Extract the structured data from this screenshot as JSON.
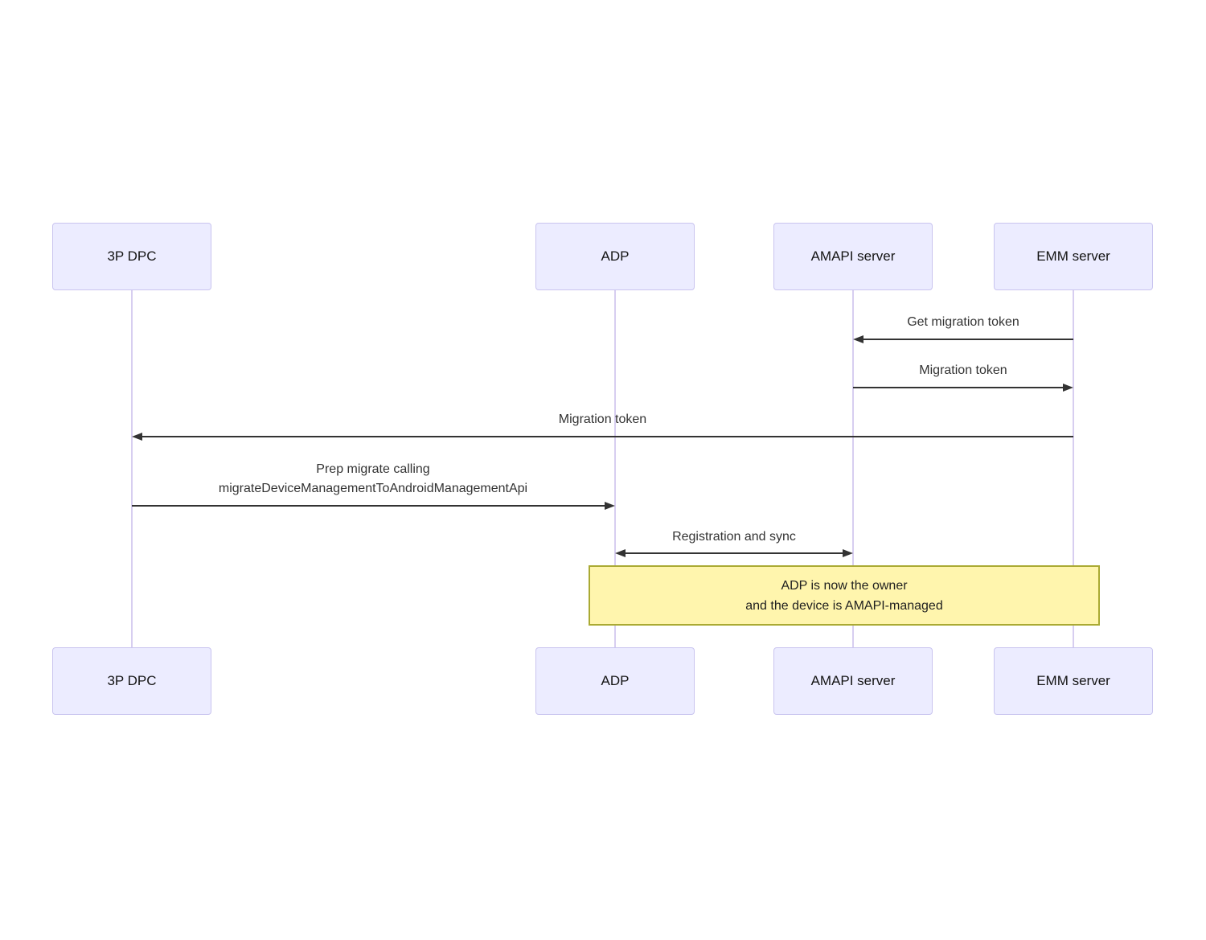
{
  "diagram": {
    "type": "sequence-diagram",
    "actors": [
      {
        "id": "3p-dpc",
        "label": "3P DPC"
      },
      {
        "id": "adp",
        "label": "ADP"
      },
      {
        "id": "amapi-server",
        "label": "AMAPI server"
      },
      {
        "id": "emm-server",
        "label": "EMM server"
      }
    ],
    "messages": [
      {
        "from": "EMM server",
        "to": "AMAPI server",
        "direction": "left",
        "label": "Get migration token"
      },
      {
        "from": "AMAPI server",
        "to": "EMM server",
        "direction": "right",
        "label": "Migration token"
      },
      {
        "from": "EMM server",
        "to": "3P DPC",
        "direction": "left",
        "label": "Migration token"
      },
      {
        "from": "3P DPC",
        "to": "ADP",
        "direction": "right",
        "lines": [
          "Prep migrate calling",
          "migrateDeviceManagementToAndroidManagementApi"
        ]
      },
      {
        "from": "ADP",
        "to": "AMAPI server",
        "direction": "both",
        "label": "Registration and sync"
      }
    ],
    "note": {
      "span": [
        "ADP",
        "EMM server"
      ],
      "lines": [
        "ADP is now the owner",
        "and the device is AMAPI-managed"
      ]
    },
    "colors": {
      "background": "#FFFFFF",
      "actor_fill": "#ECECFF",
      "actor_border": "#C9C4EF",
      "lifeline": "#D7CEF0",
      "arrow": "#333333",
      "note_fill": "#FFF5AD",
      "note_border": "#AAAA33"
    }
  }
}
